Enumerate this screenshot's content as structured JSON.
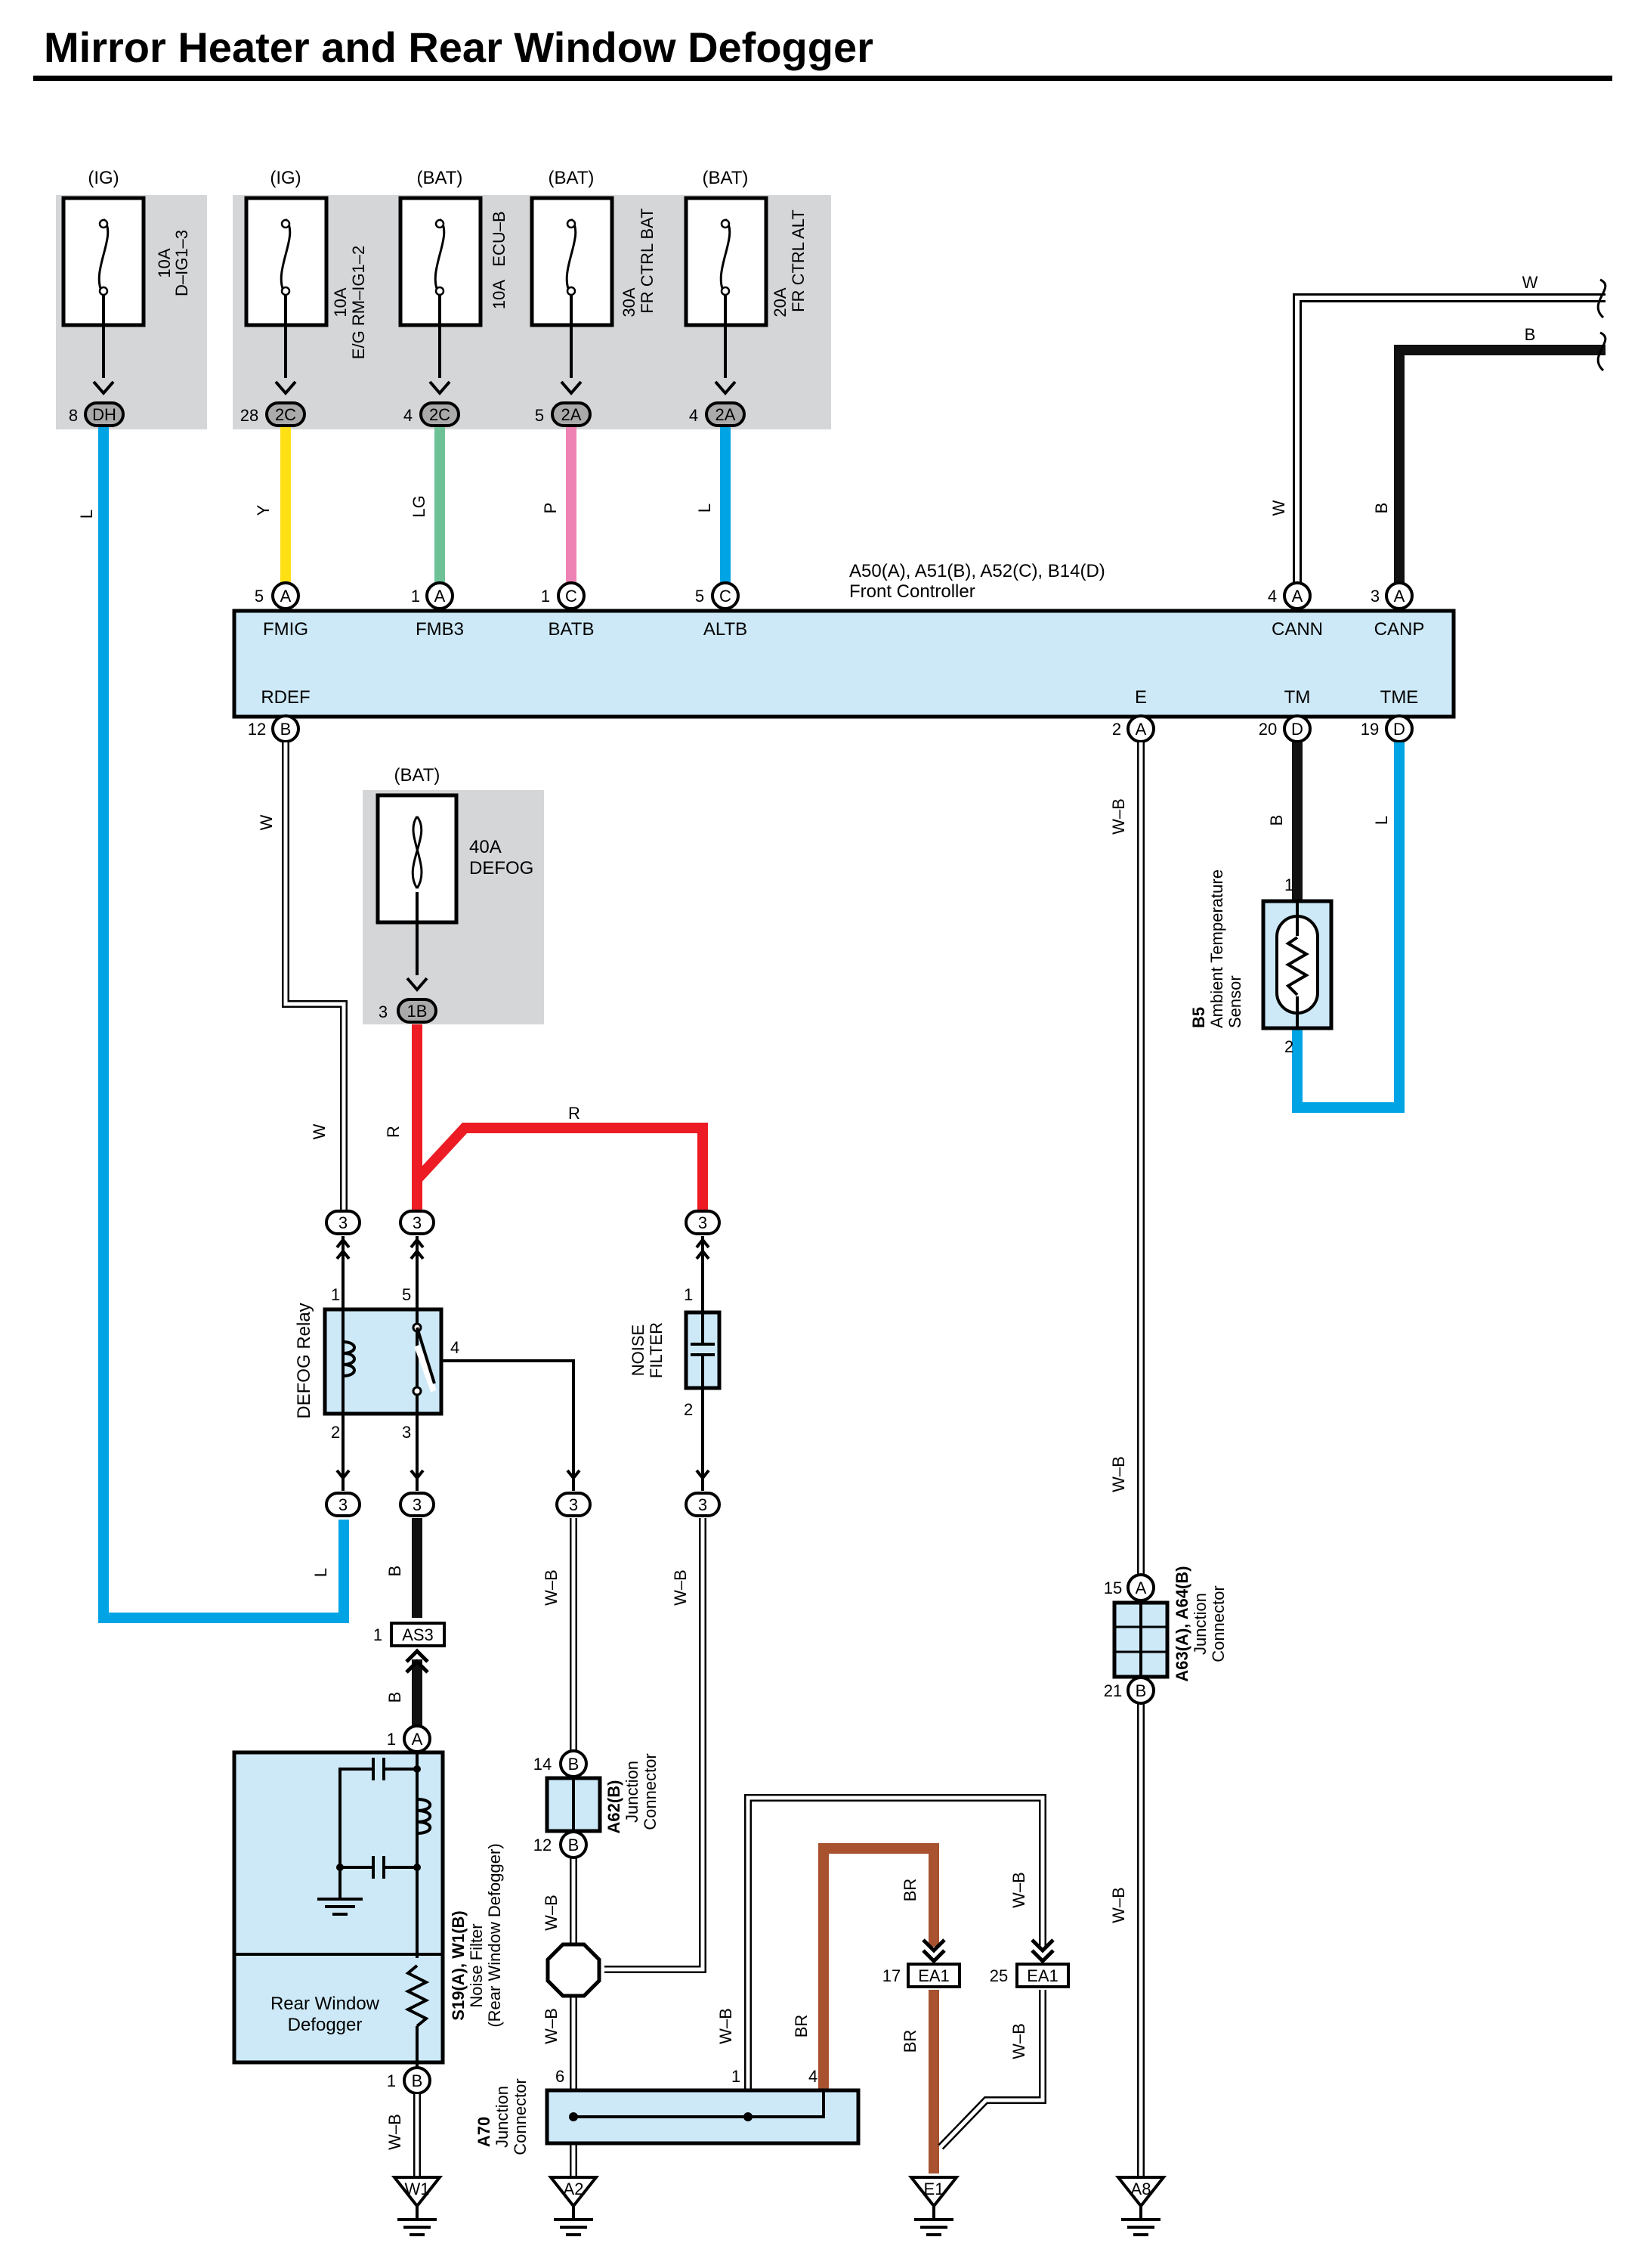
{
  "title": "Mirror Heater and Rear Window Defogger",
  "fuse_box_1": {
    "source": "(IG)",
    "fuse_rating": "10A",
    "fuse_name": "D–IG1–3",
    "pin": "8",
    "connector": "DH",
    "wire_color": "L"
  },
  "fuse_box_2": {
    "fuses": [
      {
        "source": "(IG)",
        "rating": "10A",
        "name": "E/G RM–IG1–2",
        "pin": "28",
        "connector": "2C",
        "wire_color": "Y"
      },
      {
        "source": "(BAT)",
        "rating": "10A",
        "name": "ECU–B",
        "pin": "4",
        "connector": "2C",
        "wire_color": "LG"
      },
      {
        "source": "(BAT)",
        "rating": "30A",
        "name": "FR CTRL BAT",
        "pin": "5",
        "connector": "2A",
        "wire_color": "P"
      },
      {
        "source": "(BAT)",
        "rating": "20A",
        "name": "FR CTRL ALT",
        "pin": "4",
        "connector": "2A",
        "wire_color": "L"
      }
    ]
  },
  "front_controller": {
    "connectors": "A50(A), A51(B), A52(C), B14(D)",
    "name": "Front Controller",
    "top_pins": [
      {
        "pin": "5",
        "conn": "A",
        "label": "FMIG"
      },
      {
        "pin": "1",
        "conn": "A",
        "label": "FMB3"
      },
      {
        "pin": "1",
        "conn": "C",
        "label": "BATB"
      },
      {
        "pin": "5",
        "conn": "C",
        "label": "ALTB"
      },
      {
        "pin": "4",
        "conn": "A",
        "label": "CANN"
      },
      {
        "pin": "3",
        "conn": "A",
        "label": "CANP"
      }
    ],
    "bottom_pins": [
      {
        "pin": "12",
        "conn": "B",
        "label": "RDEF"
      },
      {
        "pin": "2",
        "conn": "A",
        "label": "E"
      },
      {
        "pin": "20",
        "conn": "D",
        "label": "TM"
      },
      {
        "pin": "19",
        "conn": "D",
        "label": "TME"
      }
    ]
  },
  "can_bus": {
    "wire_w": "W",
    "wire_b": "B"
  },
  "defog_fuse": {
    "source": "(BAT)",
    "rating": "40A",
    "name": "DEFOG",
    "pin": "3",
    "connector": "1B",
    "wire_color": "R"
  },
  "ambient_sensor": {
    "code": "B5",
    "name": "Ambient Temperature Sensor",
    "pin1": "1",
    "pin2": "2",
    "wire_in": "B",
    "wire_out": "L"
  },
  "defog_relay": {
    "name": "DEFOG Relay",
    "pins": [
      "1",
      "5",
      "4",
      "2",
      "3"
    ]
  },
  "noise_filter_small": {
    "name": "NOISE FILTER",
    "pin1": "1",
    "pin2": "2"
  },
  "pass_through": {
    "label": "3"
  },
  "wires": {
    "rdef": "W",
    "relay_coil_in": "W",
    "relay_feed": "R",
    "filter_feed": "R",
    "relay_coil_gnd": "L",
    "relay_out": "B",
    "as3_out": "B",
    "relay4_out": "W–B",
    "filter_out": "W–B",
    "ground_e": "W–B",
    "w1": "W–B",
    "a62_out": "W–B",
    "a2": "W–B",
    "ea1_17": "BR",
    "ea1_25": "W–B",
    "a70_1": "W–B",
    "a70_4": "BR",
    "e1": "BR",
    "ea1_25_out": "W–B",
    "a8": "W–B"
  },
  "connector_as3": {
    "pin": "1",
    "label": "AS3"
  },
  "noise_filter_rwd": {
    "codes": "S19(A), W1(B)",
    "name": "Noise Filter",
    "sub": "(Rear Window Defogger)",
    "pin_a": "1",
    "conn_a": "A",
    "pin_b": "1",
    "conn_b": "B",
    "defogger_label": "Rear Window Defogger"
  },
  "junction_a62": {
    "codes": "A62(B)",
    "name": "Junction Connector",
    "pin_top": "14",
    "pin_bot": "12",
    "conn": "B"
  },
  "junction_a63": {
    "codes": "A63(A), A64(B)",
    "name": "Junction Connector",
    "pin_top": "15",
    "conn_top": "A",
    "pin_bot": "21",
    "conn_bot": "B"
  },
  "junction_a70": {
    "code": "A70",
    "name": "Junction Connector",
    "pins": [
      "6",
      "1",
      "4"
    ]
  },
  "ea1": [
    {
      "pin": "17",
      "label": "EA1"
    },
    {
      "pin": "25",
      "label": "EA1"
    }
  ],
  "grounds": [
    "W1",
    "A2",
    "E1",
    "A8"
  ],
  "colors": {
    "L": "#00a4e4",
    "Y": "#ffe015",
    "LG": "#6ec196",
    "P": "#ee82b5",
    "R": "#ed1c24",
    "BR": "#a8522f",
    "B": "#111111",
    "box_fill": "#cde9f7",
    "fuse_panel": "#d5d6d8"
  }
}
